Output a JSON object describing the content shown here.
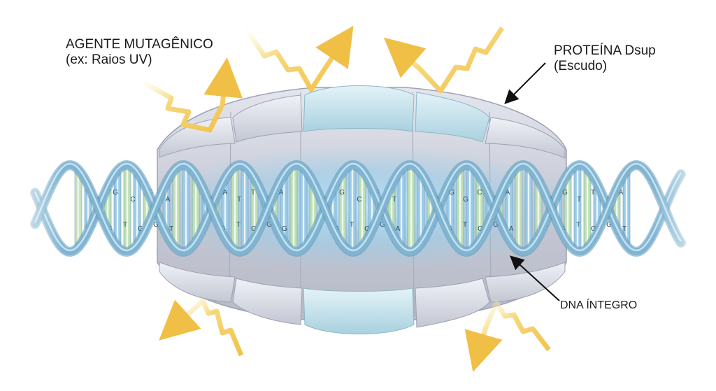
{
  "labels": {
    "agent": {
      "line1": "AGENTE MUTAGÊNICO",
      "line2": "(ex: Raios UV)"
    },
    "dsup": {
      "line1": "PROTEÍNA Dsup",
      "line2": "(Escudo)"
    },
    "dna": {
      "text": "DNA ÍNTEGRO"
    }
  },
  "base_letters": {
    "segment_1": {
      "top": [
        "A",
        "G",
        "C",
        "G",
        "A"
      ],
      "bottom": [
        "T",
        "G",
        "T",
        "G",
        "G",
        "T"
      ]
    },
    "segment_2": {
      "top": [
        "A",
        "A",
        "T",
        "T",
        "G",
        "A"
      ],
      "bottom": [
        "T",
        "G",
        "T",
        "G",
        "G",
        "G"
      ]
    },
    "segment_3": {
      "top": [
        "A",
        "G",
        "C",
        "G",
        "T"
      ],
      "bottom": [
        "T",
        "G",
        "T",
        "G",
        "G",
        "A"
      ]
    },
    "segment_4": {
      "top": [
        "A",
        "G",
        "G",
        "C",
        "T",
        "A"
      ],
      "bottom": [
        "T",
        "G",
        "T",
        "G",
        "G",
        "A"
      ]
    },
    "segment_5": {
      "top": [
        "A",
        "G",
        "T",
        "T",
        "G",
        "A"
      ],
      "bottom": [
        "T",
        "G",
        "T",
        "G",
        "G",
        "T"
      ]
    }
  },
  "colors": {
    "shell": "#c9ccd6",
    "shell_plate_light": "#dfe2ea",
    "shell_plate_blue": "#cfe6ee",
    "glow": "#8fd0f0",
    "dna_strand": "#7fb4d2",
    "base_green": "#bfe0b4",
    "base_blue": "#9ccbe6",
    "uv_ray": "#f2c85b",
    "arrow": "#111111"
  }
}
